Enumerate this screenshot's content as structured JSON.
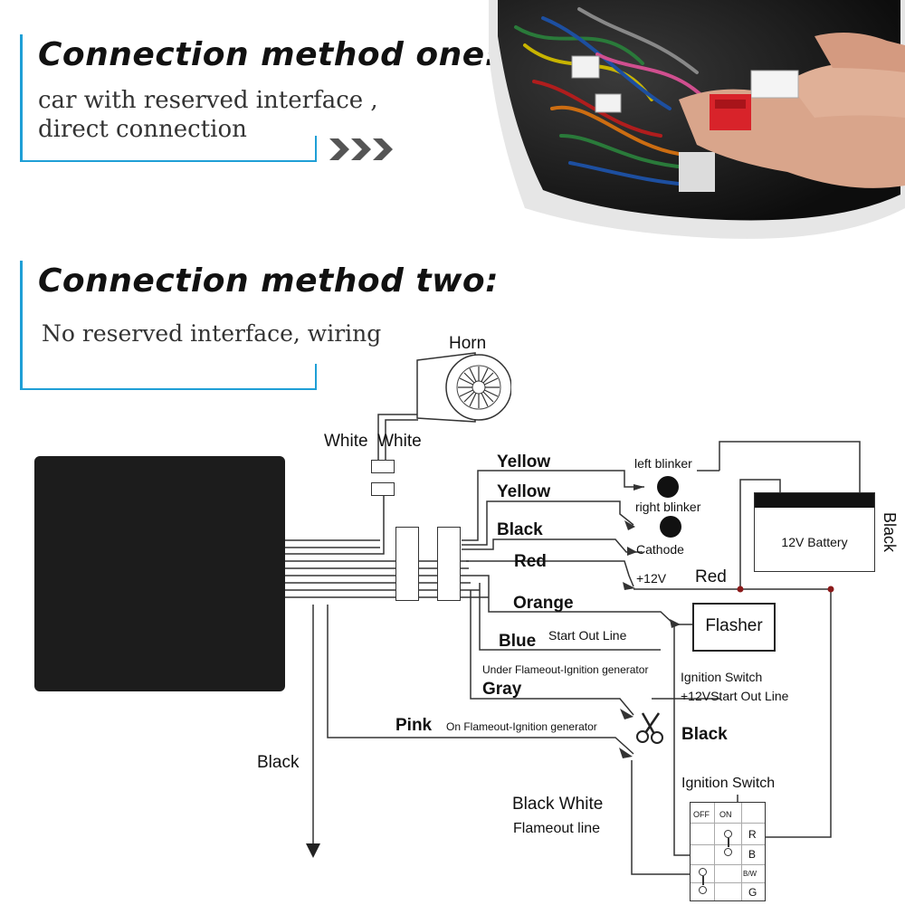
{
  "method_one": {
    "title": "Connection method one:",
    "line1": "car with reserved interface ,",
    "line2": "direct connection"
  },
  "method_two": {
    "title": "Connection method two:",
    "subtitle": "No reserved interface, wiring"
  },
  "diagram": {
    "horn": "Horn",
    "horn_wires": "White  White",
    "wires": {
      "yellow1": "Yellow",
      "yellow2": "Yellow",
      "black": "Black",
      "red": "Red",
      "orange": "Orange",
      "blue": "Blue",
      "gray": "Gray",
      "pink": "Pink",
      "black_ground": "Black",
      "black_white": "Black White"
    },
    "notes": {
      "left_blinker": "left blinker",
      "right_blinker": "right blinker",
      "cathode": "Cathode",
      "plus12v": "+12V",
      "battery": "12V Battery",
      "battery_black": "Black",
      "battery_red": "Red",
      "flasher": "Flasher",
      "start_out_line": "Start Out Line",
      "under_flameout": "Under Flameout-Ignition generator",
      "on_flameout": "On Flameout-Ignition generator",
      "ignition_switch_1": "Ignition Switch",
      "start_out_12v": "+12VStart Out Line",
      "black_right": "Black",
      "ignition_switch_2": "Ignition Switch",
      "flameout_line": "Flameout line"
    },
    "switch_box": {
      "off": "OFF",
      "on": "ON",
      "r": "R",
      "b": "B",
      "bw": "B/W",
      "g": "G"
    }
  },
  "colors": {
    "accent_blue": "#1f9fd6",
    "module": "#1c1c1c",
    "arrows": "#555555",
    "wire_dot": "#8b1a1a"
  }
}
